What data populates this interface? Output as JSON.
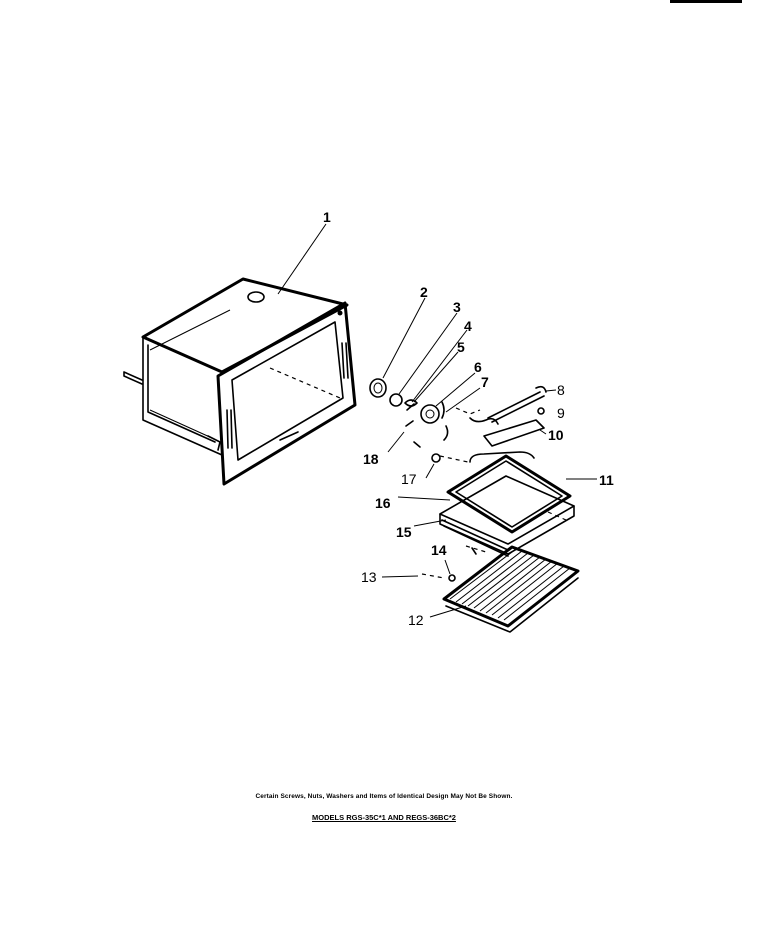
{
  "parts": {
    "p1": "1",
    "p2": "2",
    "p3": "3",
    "p4": "4",
    "p5": "5",
    "p6": "6",
    "p7": "7",
    "p8": "8",
    "p9": "9",
    "p10": "10",
    "p11": "11",
    "p12": "12",
    "p13": "13",
    "p14": "14",
    "p15": "15",
    "p16": "16",
    "p17": "17",
    "p18": "18"
  },
  "footer": {
    "note": "Certain Screws, Nuts, Washers and Items of Identical Design May Not Be Shown.",
    "models": "MODELS RGS-35C*1 AND REGS-36BC*2"
  }
}
